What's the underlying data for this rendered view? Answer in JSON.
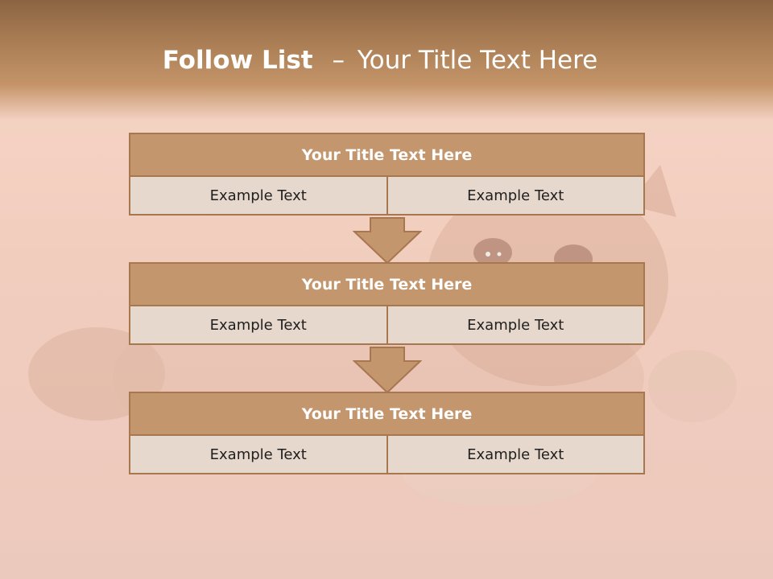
{
  "slide": {
    "title_bold": "Follow List",
    "title_sep": "–",
    "title_rest": "Your Title Text Here"
  },
  "blocks": [
    {
      "title": "Your Title Text Here",
      "cells": [
        "Example Text",
        "Example Text"
      ]
    },
    {
      "title": "Your Title Text Here",
      "cells": [
        "Example Text",
        "Example Text"
      ]
    },
    {
      "title": "Your Title Text Here",
      "cells": [
        "Example Text",
        "Example Text"
      ]
    }
  ],
  "colors": {
    "header_band": "#a67a52",
    "block_header": "#c4966e",
    "block_border": "#a7774f",
    "cell_fill": "#e7d8cd",
    "arrow_fill": "#c4966e"
  },
  "background_icon": "kitten-photo"
}
